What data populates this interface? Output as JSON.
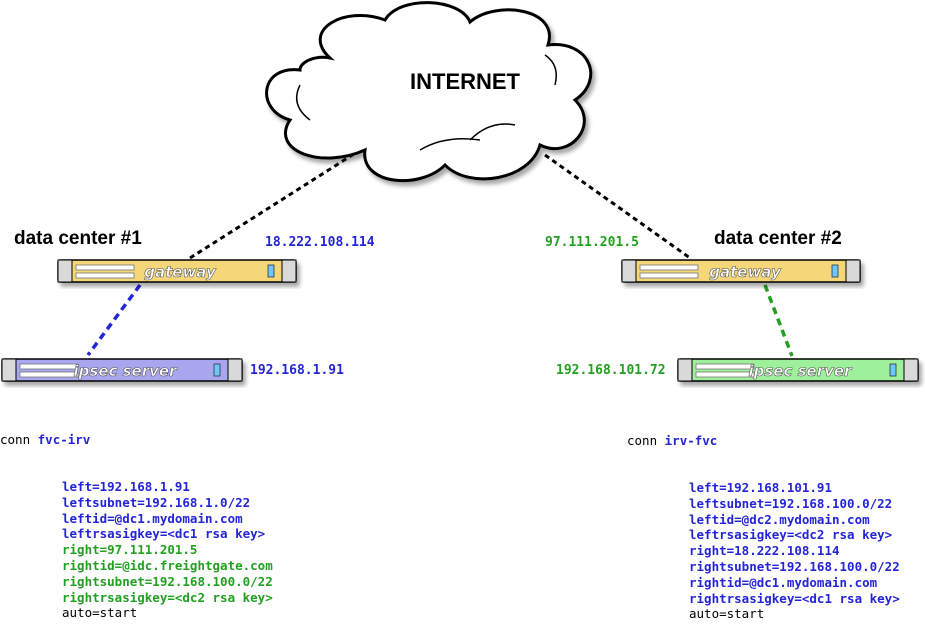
{
  "internet_label": "INTERNET",
  "dc1": {
    "title": "data center #1",
    "gateway_label": "gateway",
    "gateway_ip": "18.222.108.114",
    "server_label": "ipsec server",
    "server_ip": "192.168.1.91",
    "config": {
      "conn_keyword": "conn",
      "conn_name": "fvc-irv",
      "lines": [
        {
          "text": "left=192.168.1.91",
          "color": "blue"
        },
        {
          "text": "leftsubnet=192.168.1.0/22",
          "color": "blue"
        },
        {
          "text": "leftid=@dc1.mydomain.com",
          "color": "blue"
        },
        {
          "text": "leftrsasigkey=<dc1 rsa key>",
          "color": "blue"
        },
        {
          "text": "right=97.111.201.5",
          "color": "green"
        },
        {
          "text": "rightid=@idc.freightgate.com",
          "color": "green"
        },
        {
          "text": "rightsubnet=192.168.100.0/22",
          "color": "green"
        },
        {
          "text": "rightrsasigkey=<dc2 rsa key>",
          "color": "green"
        },
        {
          "text": "auto=start",
          "color": "black"
        }
      ]
    }
  },
  "dc2": {
    "title": "data center #2",
    "gateway_label": "gateway",
    "gateway_ip": "97.111.201.5",
    "server_label": "ipsec server",
    "server_ip": "192.168.101.72",
    "config": {
      "conn_keyword": "conn",
      "conn_name": "irv-fvc",
      "lines": [
        {
          "text": "left=192.168.101.91",
          "color": "blue"
        },
        {
          "text": "leftsubnet=192.168.100.0/22",
          "color": "blue"
        },
        {
          "text": "leftid=@dc2.mydomain.com",
          "color": "blue"
        },
        {
          "text": "leftrsasigkey=<dc2 rsa key>",
          "color": "blue"
        },
        {
          "text": "right=18.222.108.114",
          "color": "blue"
        },
        {
          "text": "rightsubnet=192.168.100.0/22",
          "color": "blue"
        },
        {
          "text": "rightid=@dc1.mydomain.com",
          "color": "blue"
        },
        {
          "text": "rightrsasigkey=<dc1 rsa key>",
          "color": "blue"
        },
        {
          "text": "auto=start",
          "color": "black"
        }
      ]
    }
  },
  "colors": {
    "gateway": "#f5d77a",
    "server_dc1": "#a9a6f0",
    "server_dc2": "#9ef09b",
    "link_internet": "#000000",
    "link_dc1": "#2424d8",
    "link_dc2": "#22a020"
  }
}
